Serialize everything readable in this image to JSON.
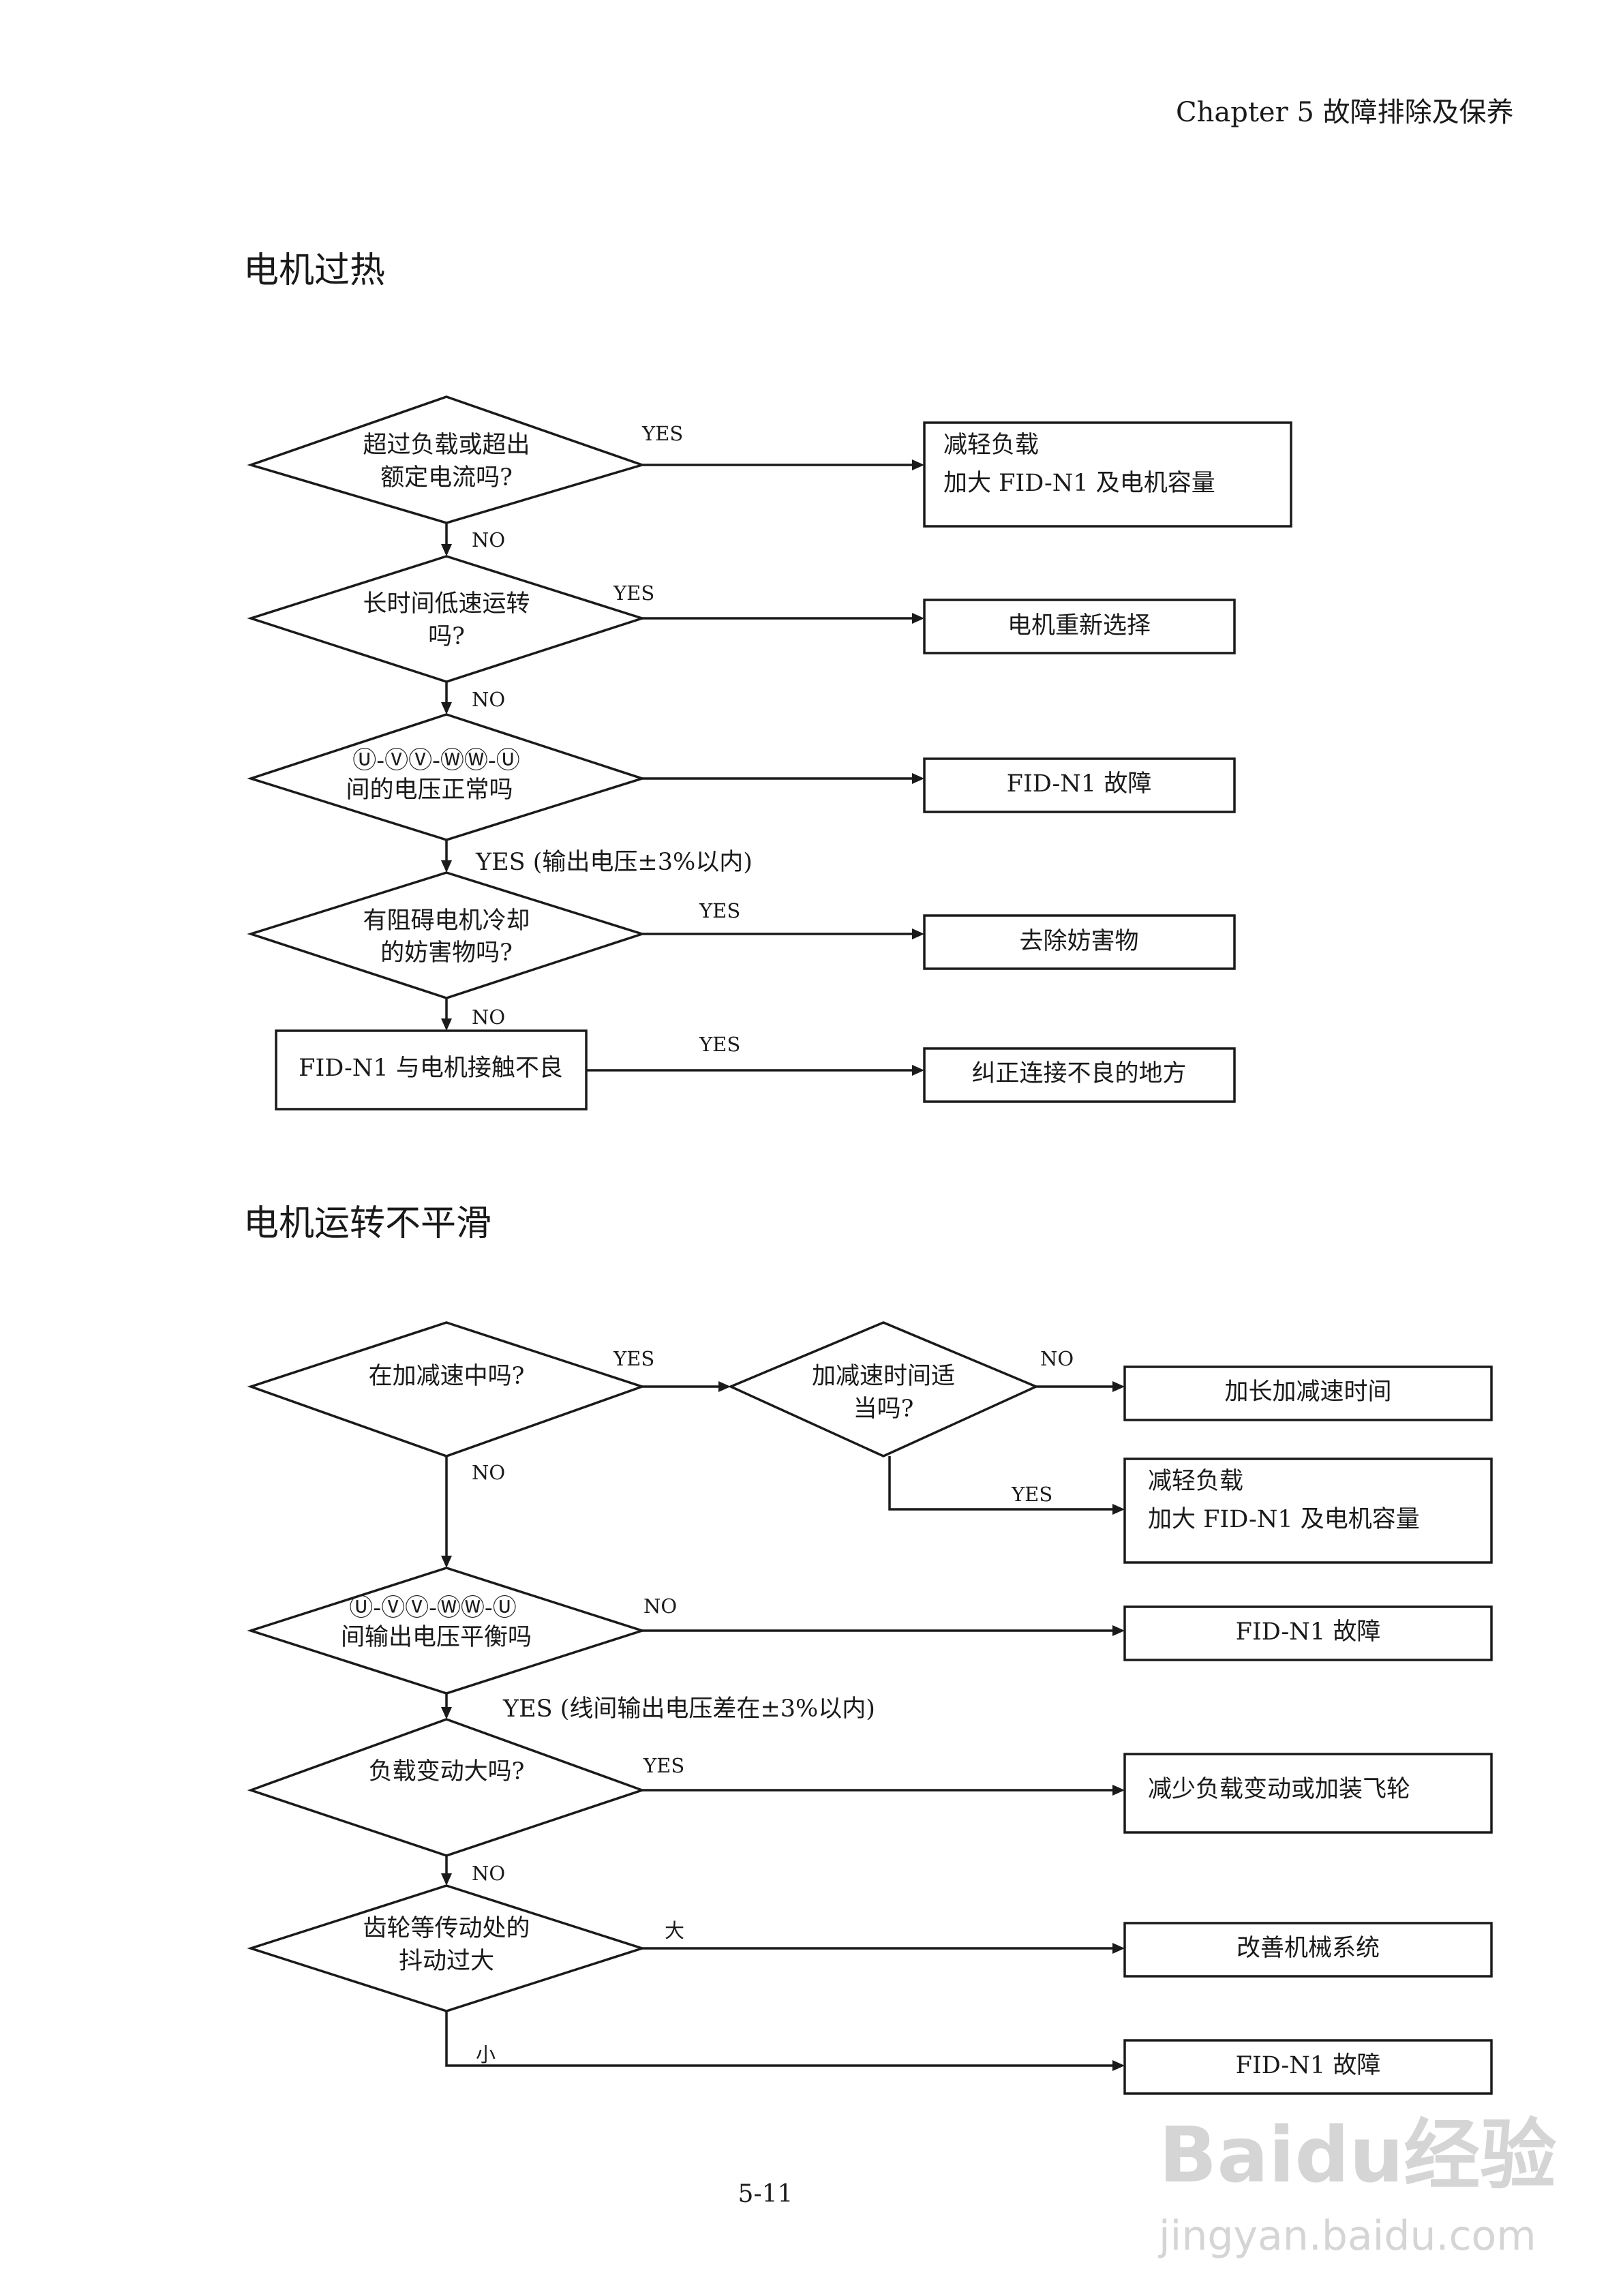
{
  "header": {
    "chapter": "Chapter 5 故障排除及保养"
  },
  "sections": [
    {
      "title": "电机过热"
    },
    {
      "title": "电机运转不平滑"
    }
  ],
  "flow1": {
    "q1": [
      "超过负载或超出",
      "额定电流吗?"
    ],
    "q2": [
      "长时间低速运转",
      "吗?"
    ],
    "q3": [
      "Ⓤ-ⓋⓋ-ⓌⓌ-Ⓤ",
      "间的电压正常吗"
    ],
    "q4": [
      "有阻碍电机冷却",
      "的妨害物吗?"
    ],
    "q5": [
      "FID-N1 与电机接触不良"
    ],
    "a1": [
      "减轻负载",
      "加大 FID-N1 及电机容量"
    ],
    "a2": [
      "电机重新选择"
    ],
    "a3": [
      "FID-N1 故障"
    ],
    "a4": [
      "去除妨害物"
    ],
    "a5": [
      "纠正连接不良的地方"
    ],
    "e_q1_yes": "YES",
    "e_q1_no": "NO",
    "e_q2_yes": "YES",
    "e_q2_no": "NO",
    "e_q3_yes": "YES (输出电压±3%以内)",
    "e_q4_yes": "YES",
    "e_q4_no": "NO",
    "e_q5_yes": "YES"
  },
  "flow2": {
    "q1": [
      "在加减速中吗?"
    ],
    "q1b": [
      "加减速时间适",
      "当吗?"
    ],
    "q2": [
      "Ⓤ-ⓋⓋ-ⓌⓌ-Ⓤ",
      "间输出电压平衡吗"
    ],
    "q3": [
      "负载变动大吗?"
    ],
    "q4": [
      "齿轮等传动处的",
      "抖动过大"
    ],
    "a1": [
      "加长加减速时间"
    ],
    "a1b": [
      "减轻负载",
      "加大 FID-N1 及电机容量"
    ],
    "a2": [
      "FID-N1 故障"
    ],
    "a3": [
      "减少负载变动或加装飞轮"
    ],
    "a4": [
      "改善机械系统"
    ],
    "a5": [
      "FID-N1 故障"
    ],
    "e_q1_yes": "YES",
    "e_q1_no": "NO",
    "e_q1b_no": "NO",
    "e_q1b_yes": "YES",
    "e_q2_no": "NO",
    "e_q2_yes": "YES (线间输出电压差在±3%以内)",
    "e_q3_yes": "YES",
    "e_q3_no": "NO",
    "e_q4_big": "大",
    "e_q4_small": "小"
  },
  "footer": {
    "page_number": "5-11"
  },
  "watermark": {
    "brand": "Baidu经验",
    "url": "jingyan.baidu.com"
  }
}
